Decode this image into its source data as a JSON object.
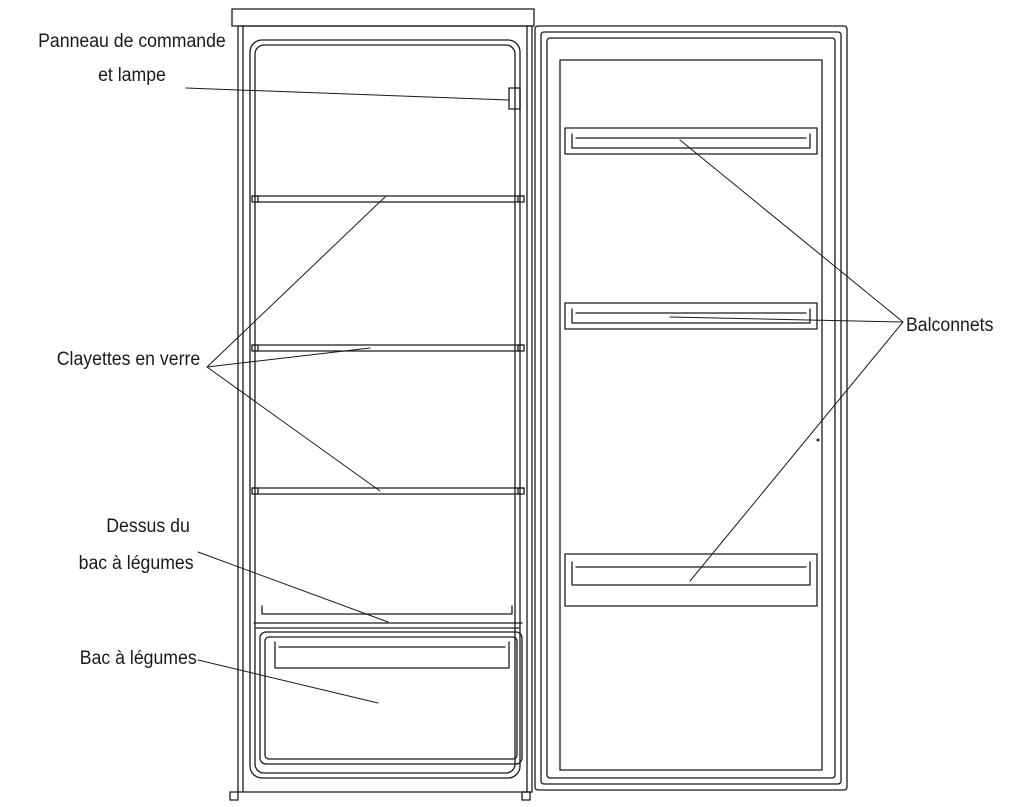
{
  "labels": {
    "control_panel_line1": "Panneau de commande",
    "control_panel_line2": "et lampe",
    "glass_shelves": "Clayettes en verre",
    "crisper_cover_line1": "Dessus du",
    "crisper_cover_line2": "bac à légumes",
    "crisper": "Bac à légumes",
    "door_balconies": "Balconnets"
  },
  "colors": {
    "line": "#1a1a1a",
    "background": "#ffffff"
  }
}
